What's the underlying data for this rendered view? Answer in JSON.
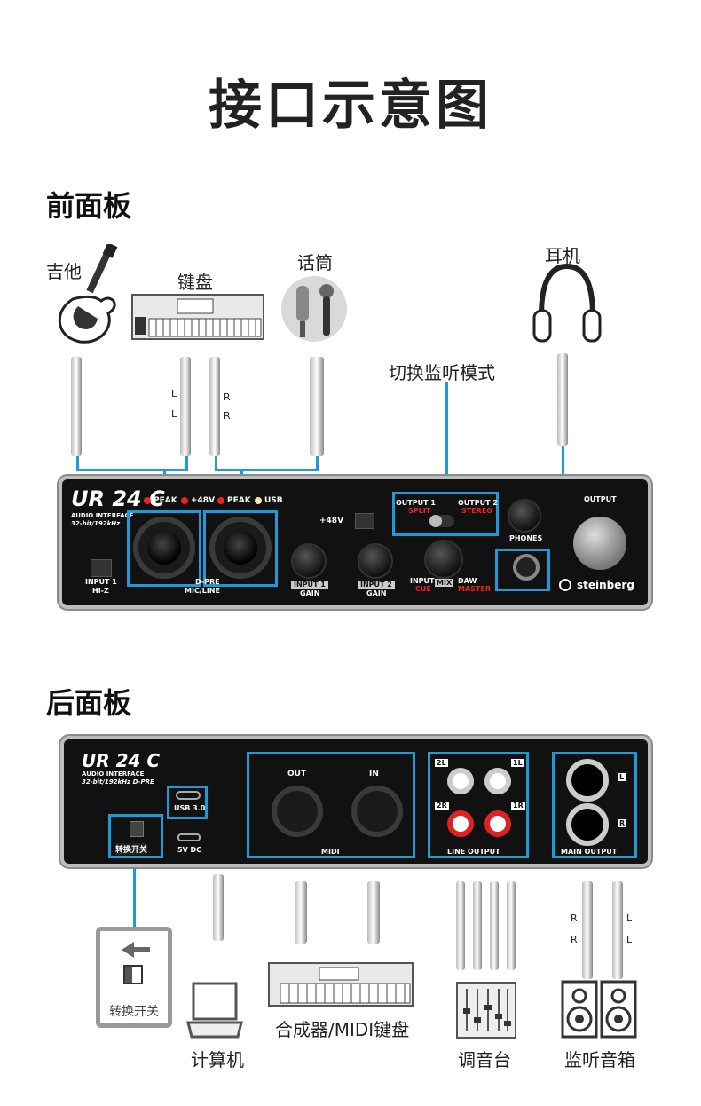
{
  "title": "接口示意图",
  "front": {
    "section_label": "前面板",
    "devices": {
      "guitar": "吉他",
      "keyboard": "键盘",
      "mic": "话筒",
      "headphones": "耳机"
    },
    "monitor_switch_label": "切换监听模式",
    "cable_labels": {
      "l1": "L",
      "l2": "L",
      "r1": "R",
      "r2": "R"
    },
    "panel": {
      "brand": "UR 24 C",
      "sub1": "AUDIO INTERFACE",
      "sub2": "32-bit/192kHz",
      "peak1": "PEAK",
      "phantom": "+48V",
      "peak2": "PEAK",
      "usb": "USB",
      "input1_btn": "INPUT 1",
      "hiz": "HI-Z",
      "dpre": "D-PRE",
      "micline": "MIC/LINE",
      "phantom_switch": "+48V",
      "gain1": "INPUT 1",
      "gain1b": "GAIN",
      "gain2": "INPUT 2",
      "gain2b": "GAIN",
      "out1": "OUTPUT 1",
      "split": "SPLIT",
      "out2": "OUTPUT 2",
      "stereo": "STEREO",
      "input": "INPUT",
      "cue": "CUE",
      "mix": "MIX",
      "daw": "DAW",
      "master": "MASTER",
      "phones": "PHONES",
      "output": "OUTPUT",
      "steinberg": "steinberg"
    }
  },
  "rear": {
    "section_label": "后面板",
    "panel": {
      "brand": "UR 24 C",
      "sub1": "AUDIO INTERFACE",
      "sub2": "32-bit/192kHz  D-PRE",
      "usb30": "USB 3.0",
      "switch": "转换开关",
      "dc": "5V DC",
      "midi_out": "OUT",
      "midi_in": "IN",
      "midi": "MIDI",
      "l2": "2L",
      "l1": "1L",
      "r2": "2R",
      "r1": "1R",
      "line_output": "LINE OUTPUT",
      "main_l": "L",
      "main_r": "R",
      "main_output": "MAIN OUTPUT"
    },
    "devices": {
      "switch_card": "转换开关",
      "computer": "计算机",
      "synth": "合成器/MIDI键盘",
      "mixer": "调音台",
      "speakers": "监听音箱"
    },
    "cable_labels": {
      "r1": "R",
      "r2": "R",
      "l1": "L",
      "l2": "L"
    }
  }
}
